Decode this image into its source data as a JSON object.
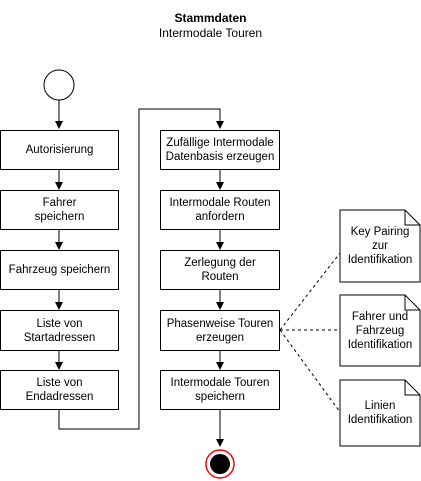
{
  "header": {
    "title": "Stammdaten",
    "subtitle": "Intermodale Touren"
  },
  "flow_left": [
    "Autorisierung",
    "Fahrer\nspeichern",
    "Fahrzeug speichern",
    "Liste von\nStartadressen",
    "Liste von\nEndadressen"
  ],
  "flow_right": [
    "Zufällige Intermodale\nDatenbasis erzeugen",
    "Intermodale Routen\nanfordern",
    "Zerlegung der Routen",
    "Phasenweise Touren\nerzeugen",
    "Intermodale Touren\nspeichern"
  ],
  "notes": [
    "Key Pairing\nzur\nIdentifikation",
    "Fahrer und\nFahrzeug\nIdentifikation",
    "Linien\nIdentifikation"
  ]
}
